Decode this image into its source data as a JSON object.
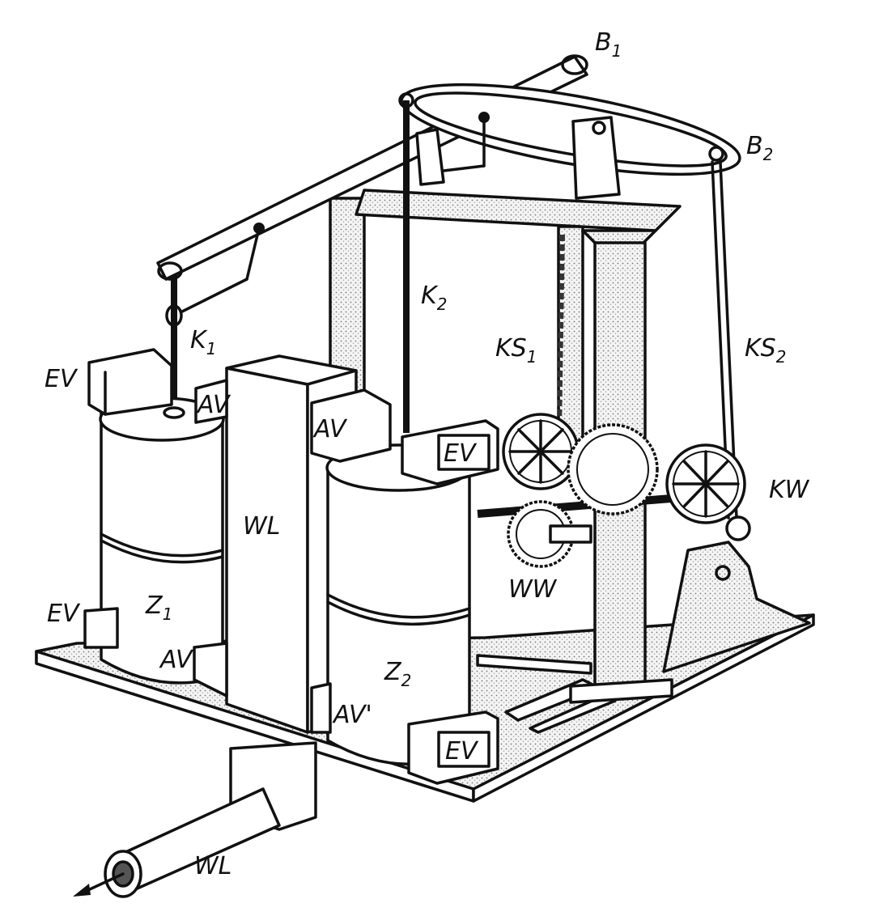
{
  "labels": {
    "B1": {
      "main": "B",
      "sub": "1"
    },
    "B2": {
      "main": "B",
      "sub": "2"
    },
    "K1": {
      "main": "K",
      "sub": "1"
    },
    "K2": {
      "main": "K",
      "sub": "2"
    },
    "KS1": {
      "main": "KS",
      "sub": "1"
    },
    "KS2": {
      "main": "KS",
      "sub": "2"
    },
    "KW": "KW",
    "WW": "WW",
    "EV_top_left": "EV",
    "EV_top_right": "EV",
    "EV_bottom_left": "EV",
    "EV_bottom_right": "EV",
    "AV_top_left": "AV",
    "AV_top_center": "AV",
    "AV_bottom_left": "AV",
    "AV_bottom_center": "AV'",
    "WL_column": "WL",
    "WL_pipe": "WL",
    "Z1": {
      "main": "Z",
      "sub": "1"
    },
    "Z2": {
      "main": "Z",
      "sub": "2"
    }
  },
  "colors": {
    "ink": "#111111",
    "stipple": "#d8d8d8",
    "paper": "#ffffff"
  }
}
